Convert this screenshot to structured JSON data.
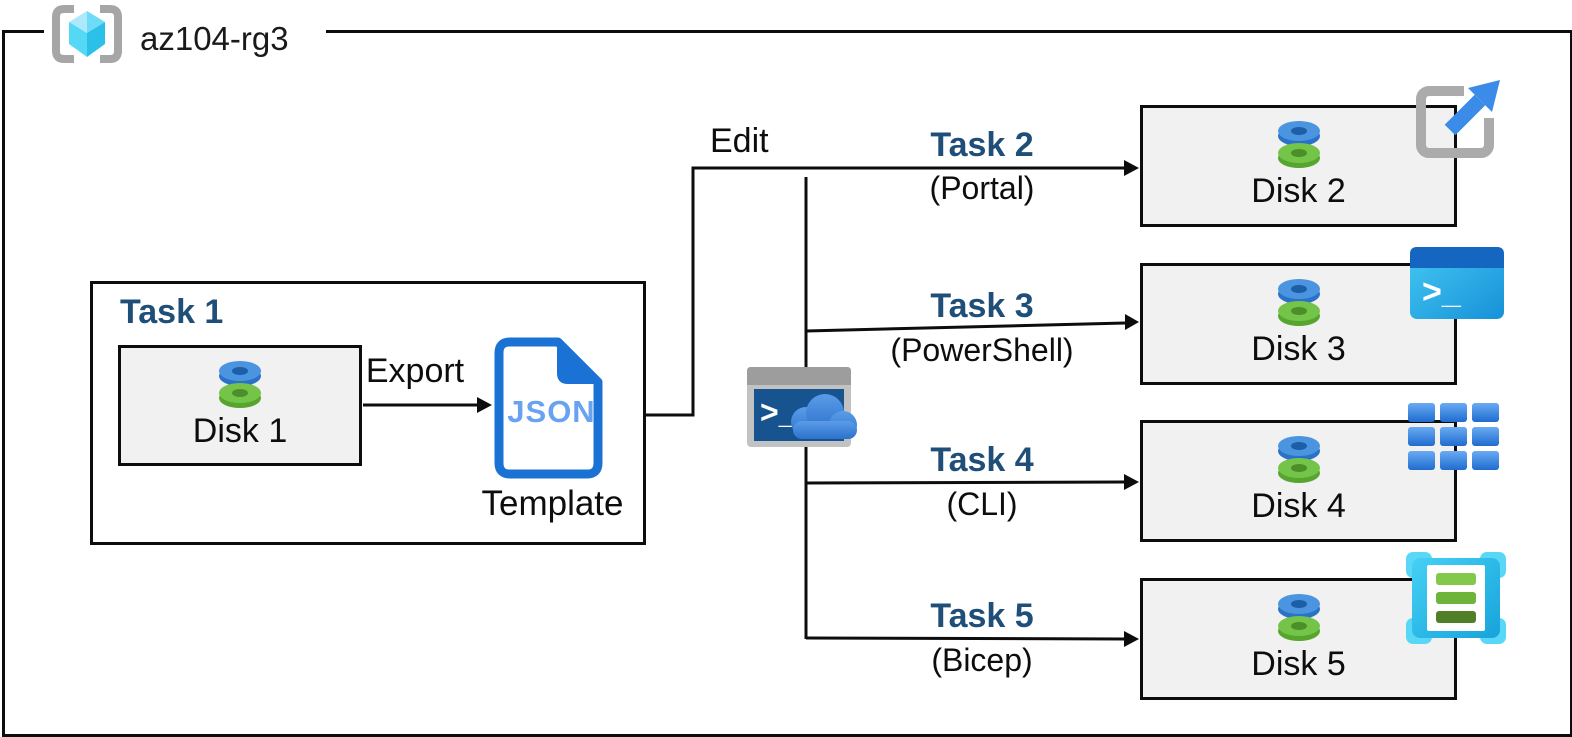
{
  "resource_group": {
    "name": "az104-rg3"
  },
  "task1": {
    "title": "Task 1",
    "disk_label": "Disk 1",
    "arrow_label": "Export",
    "doc_text": "JSON",
    "doc_caption": "Template"
  },
  "edit_label": "Edit",
  "branches": [
    {
      "task": "Task 2",
      "method": "(Portal)",
      "disk": "Disk 2",
      "icon": "azure-portal-icon"
    },
    {
      "task": "Task 3",
      "method": "(PowerShell)",
      "disk": "Disk 3",
      "icon": "powershell-icon"
    },
    {
      "task": "Task 4",
      "method": "(CLI)",
      "disk": "Disk 4",
      "icon": "azure-cli-icon"
    },
    {
      "task": "Task 5",
      "method": "(Bicep)",
      "disk": "Disk 5",
      "icon": "bicep-icon"
    }
  ],
  "icons": {
    "resource_group": "resource-group-icon",
    "disk": "managed-disk-icon",
    "template": "json-template-icon",
    "cloud_shell": "cloud-shell-icon",
    "prompt_text": ">_"
  },
  "colors": {
    "task_label_blue": "#1f4e79",
    "line_black": "#0d0d0d",
    "box_fill_gray": "#f1f1f1",
    "disk_blue": "#4a94e0",
    "disk_green": "#74c44a",
    "json_blue": "#1a73d4",
    "json_text_blue": "#68a2f0",
    "portal_arrow_blue": "#3b8ce8",
    "cyan_accent": "#32bedd"
  }
}
